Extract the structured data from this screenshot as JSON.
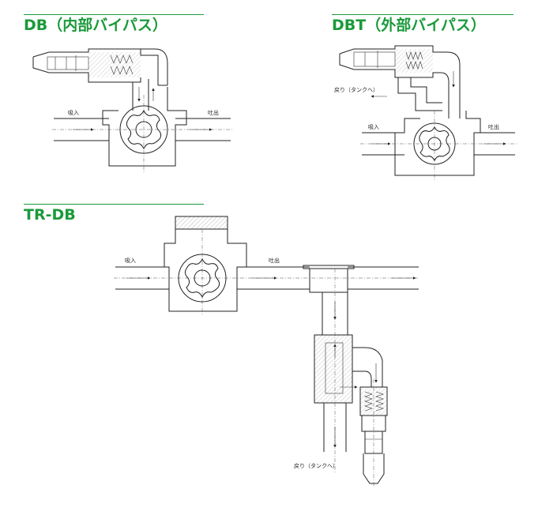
{
  "sections": {
    "db": {
      "title": "DB（内部バイパス）",
      "label_in": "吸入",
      "label_out": "吐出"
    },
    "dbt": {
      "title": "DBT（外部バイパス）",
      "label_return": "戻り（タンクへ）",
      "label_in": "吸入",
      "label_out": "吐出"
    },
    "trdb": {
      "title": "TR-DB",
      "label_in": "吸入",
      "label_out": "吐出",
      "label_return": "戻り（タンクへ）"
    }
  },
  "colors": {
    "heading": "#1a9a3a",
    "line": "#222222"
  }
}
